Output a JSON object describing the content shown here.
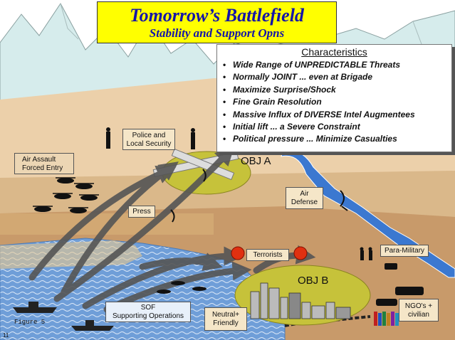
{
  "title": "Tomorrow’s Battlefield",
  "subtitle": "Stability  and Support Opns",
  "characteristics": {
    "heading": "Characteristics",
    "bullet": "•",
    "items": [
      "Wide Range of UNPREDICTABLE Threats",
      "Normally JOINT ... even at Brigade",
      "Maximize Surprise/Shock",
      "Fine Grain Resolution",
      "Massive Influx of DIVERSE Intel Augmentees",
      "Initial lift ... a Severe Constraint",
      "Political pressure ... Minimize Casualties"
    ]
  },
  "labels": {
    "police_line1": "Police and",
    "police_line2": "Local Security",
    "air_assault_line1": "Air Assault",
    "air_assault_line2": "Forced Entry",
    "obj_a": "OBJ A",
    "obj_b": "OBJ B",
    "air_defense_line1": "Air",
    "air_defense_line2": "Defense",
    "press": "Press",
    "terrorists": "Terrorists",
    "para_military": "Para-Military",
    "sof_line1": "SOF",
    "sof_line2": "Supporting Operations",
    "neutral_line1": "Neutral+",
    "neutral_line2": "Friendly",
    "ngo_line1": "NGO's +",
    "ngo_line2": "civilian",
    "figure": "Figure 5",
    "page_number": "11"
  },
  "colors": {
    "title_bg": "#ffff00",
    "title_text": "#1515a8",
    "sky": "#ffffff",
    "mountains": "#d6ecec",
    "land_light": "#ecd0aa",
    "land_mid": "#dab88a",
    "land_dark": "#c89a6a",
    "water": "#6f9ed8",
    "river": "#3b78d0",
    "objective": "#c6c23a",
    "arrow": "#555555",
    "threat": "#e03010"
  }
}
